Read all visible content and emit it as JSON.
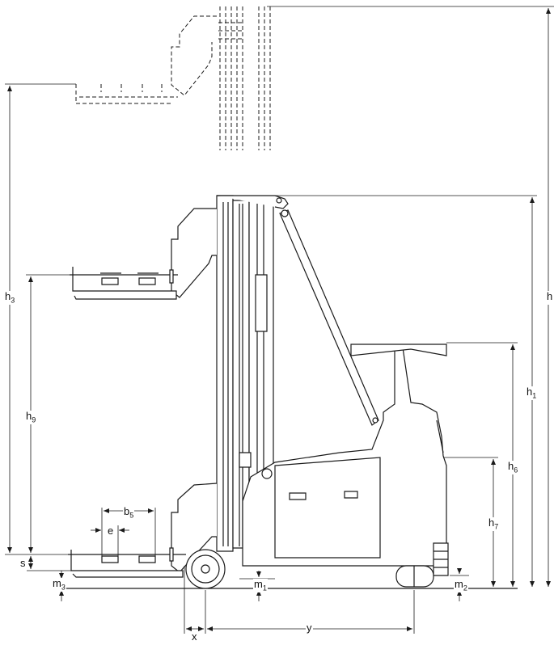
{
  "dimensions": {
    "h": {
      "main": "h",
      "sub": ""
    },
    "h1": {
      "main": "h",
      "sub": "1"
    },
    "h3": {
      "main": "h",
      "sub": "3"
    },
    "h6": {
      "main": "h",
      "sub": "6"
    },
    "h7": {
      "main": "h",
      "sub": "7"
    },
    "h9": {
      "main": "h",
      "sub": "9"
    },
    "b5": {
      "main": "b",
      "sub": "5"
    },
    "e": {
      "main": "e",
      "sub": ""
    },
    "s": {
      "main": "s",
      "sub": ""
    },
    "m1": {
      "main": "m",
      "sub": "1"
    },
    "m2": {
      "main": "m",
      "sub": "2"
    },
    "m3": {
      "main": "m",
      "sub": "3"
    },
    "x": {
      "main": "x",
      "sub": ""
    },
    "y": {
      "main": "y",
      "sub": ""
    }
  },
  "colors": {
    "line": "#1a1a1a",
    "body_fill": "#ffffff"
  }
}
